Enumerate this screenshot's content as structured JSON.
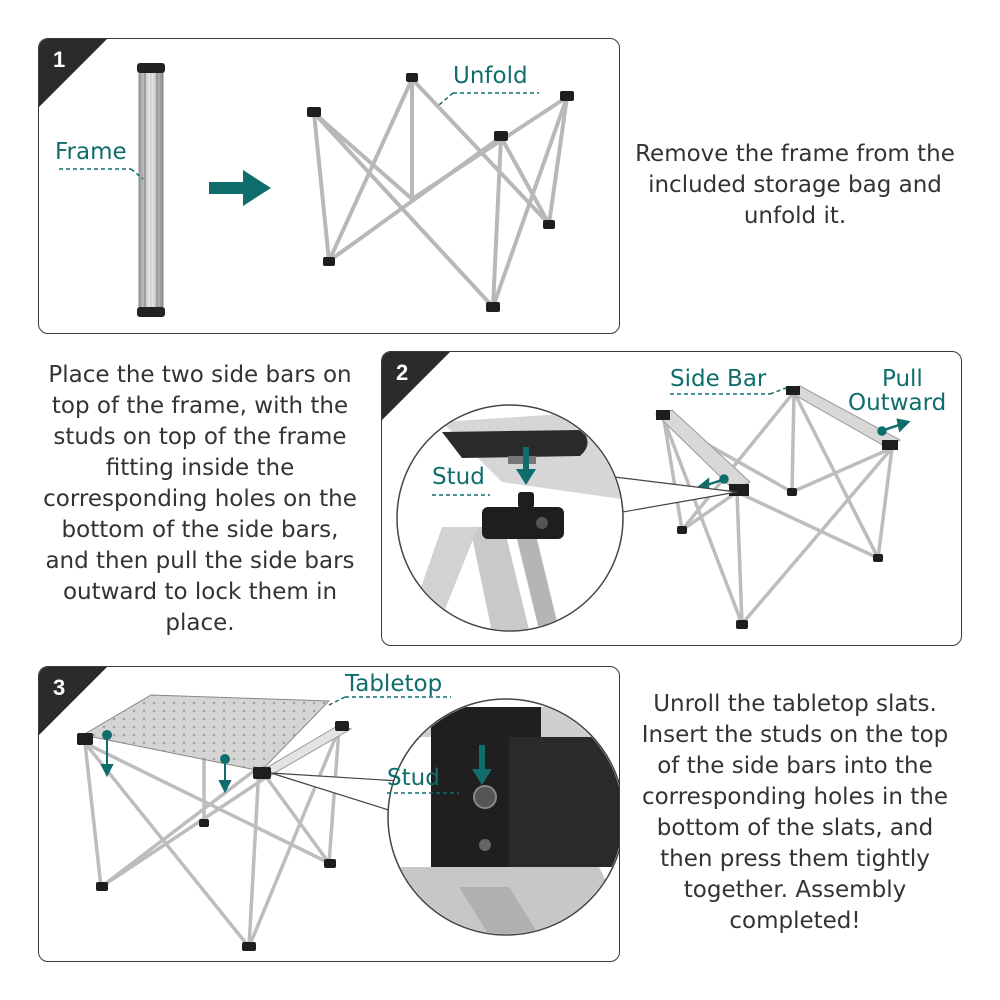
{
  "colors": {
    "accent": "#0f6e6b",
    "text": "#333333",
    "border": "#3a3a3a",
    "badge": "#2b2b2b"
  },
  "icons": {
    "arrow": "right-arrow-icon"
  },
  "steps": [
    {
      "number": "1",
      "labels": {
        "frame": "Frame",
        "unfold": "Unfold"
      },
      "description": [
        "Remove the frame from the",
        "included storage bag and",
        "unfold it."
      ]
    },
    {
      "number": "2",
      "labels": {
        "side_bar": "Side Bar",
        "pull_line1": "Pull",
        "pull_line2": "Outward",
        "stud": "Stud"
      },
      "description": [
        "Place the two side bars on",
        "top of the frame, with the",
        "studs on top of the frame",
        "fitting inside the",
        "corresponding holes on the",
        "bottom of the side bars,",
        "and then pull the side bars",
        "outward to lock them in",
        "place."
      ]
    },
    {
      "number": "3",
      "labels": {
        "tabletop": "Tabletop",
        "stud": "Stud"
      },
      "description": [
        "Unroll the tabletop slats.",
        "Insert the studs on the top",
        "of the side bars into the",
        "corresponding holes in the",
        "bottom of the slats, and",
        "then press them tightly",
        "together. Assembly",
        "completed!"
      ]
    }
  ]
}
